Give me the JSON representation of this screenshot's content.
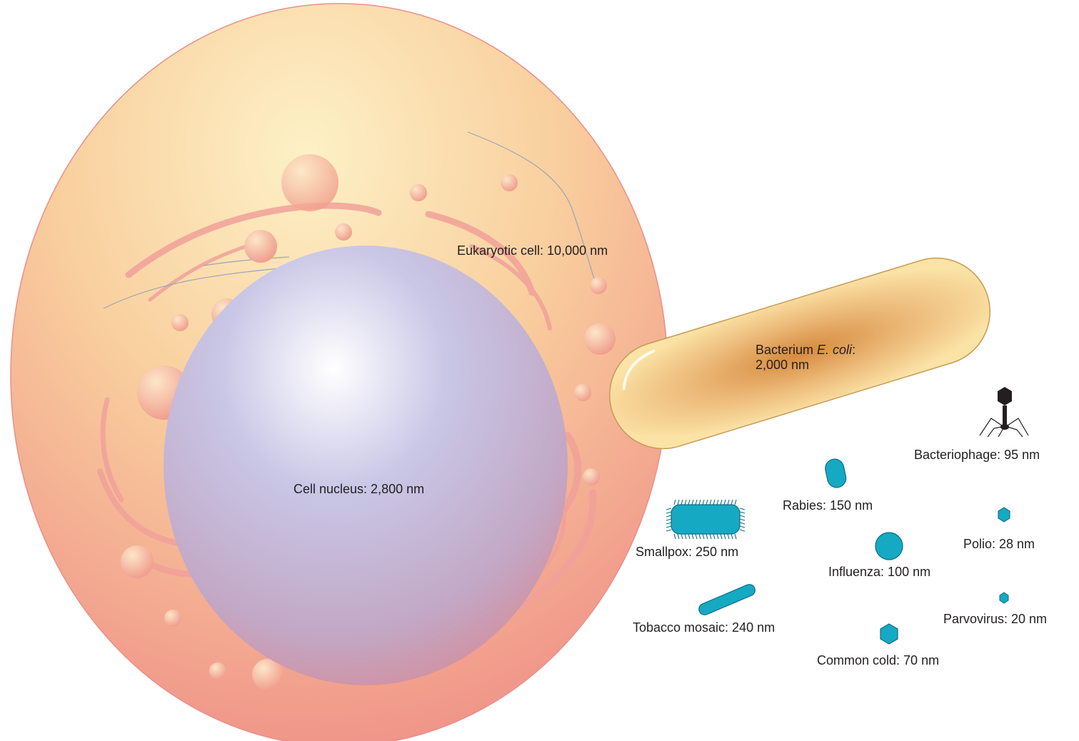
{
  "labels": {
    "eukaryotic_cell": "Eukaryotic cell: 10,000 nm",
    "cell_nucleus": "Cell nucleus: 2,800 nm",
    "bacterium_prefix": "Bacterium ",
    "bacterium_species": "E. coli",
    "bacterium_suffix": ":",
    "bacterium_size": "2,000 nm",
    "bacteriophage": "Bacteriophage: 95 nm",
    "rabies": "Rabies: 150 nm",
    "smallpox": "Smallpox: 250 nm",
    "influenza": "Influenza: 100 nm",
    "polio": "Polio: 28 nm",
    "tobacco_mosaic": "Tobacco mosaic: 240 nm",
    "parvovirus": "Parvovirus: 20 nm",
    "common_cold": "Common cold: 70 nm"
  },
  "colors": {
    "cell": "#f4a58f",
    "cell_light": "#fdf0c4",
    "nucleus": "#b2b0dc",
    "bacterium": "#e2a05e",
    "virus": "#16a9c4",
    "phage": "#231f20"
  }
}
